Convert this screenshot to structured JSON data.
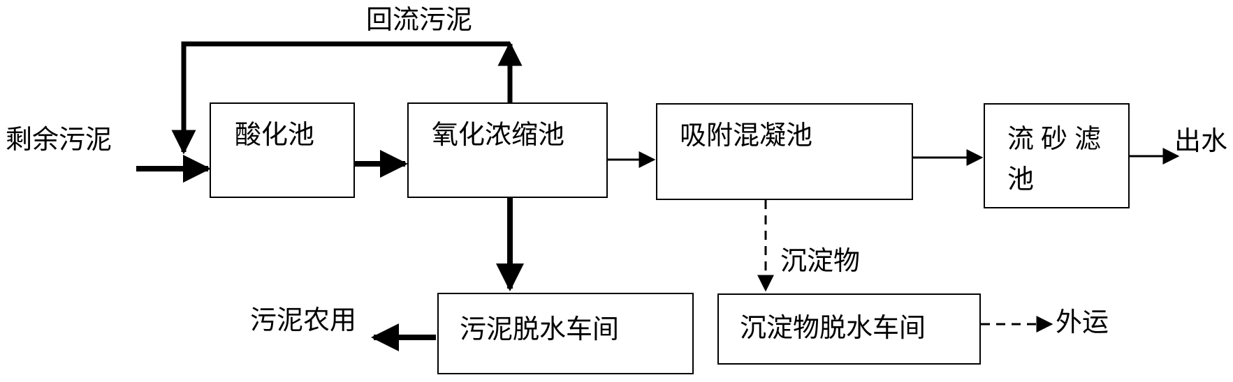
{
  "nodes": {
    "acidification": "酸化池",
    "oxidation_thickening": "氧化浓缩池",
    "adsorption_coagulation": "吸附混凝池",
    "sand_filter": "流砂滤池",
    "sludge_dewatering": "污泥脱水车间",
    "sediment_dewatering": "沉淀物脱水车间"
  },
  "labels": {
    "excess_sludge": "剩余污泥",
    "return_sludge": "回流污泥",
    "effluent": "出水",
    "sediment": "沉淀物",
    "agricultural_use": "污泥农用",
    "transport_out": "外运"
  }
}
